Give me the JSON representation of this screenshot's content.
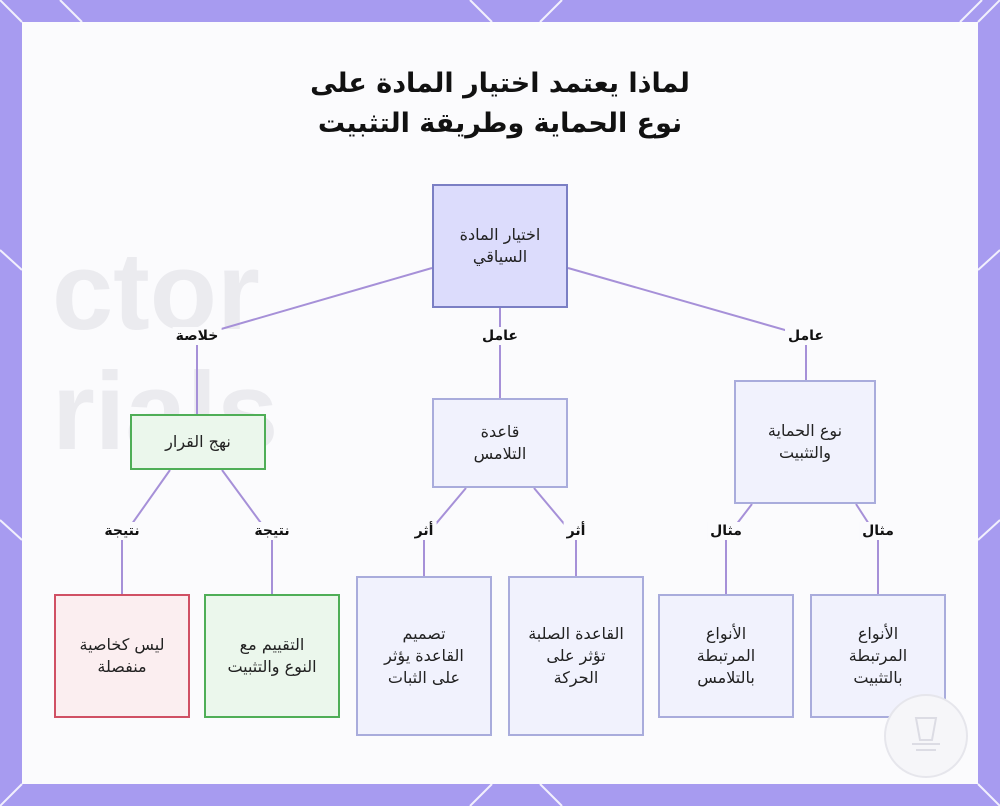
{
  "title": {
    "line1": "لماذا يعتمد اختيار المادة على",
    "line2": "نوع الحماية وطريقة التثبيت"
  },
  "watermark": {
    "line1": "ctor",
    "line2": "rials"
  },
  "nodes": {
    "root": "اختيار المادة السياقي",
    "protection": "نوع الحماية والتثبيت",
    "contact": "قاعدة التلامس",
    "decision": "نهج القرار",
    "fixing_types": "الأنواع المرتبطة بالتثبيت",
    "contact_types": "الأنواع المرتبطة بالتلامس",
    "solid_base": "القاعدة الصلبة تؤثر على الحركة",
    "base_design": "تصميم القاعدة يؤثر على الثبات",
    "evaluate": "التقييم مع النوع والتثبيت",
    "not_separate": "ليس كخاصية منفصلة"
  },
  "edges": {
    "root_protection": "عامل",
    "root_contact": "عامل",
    "root_decision": "خلاصة",
    "protection_fixing": "مثال",
    "protection_contact_types": "مثال",
    "contact_solid": "أثر",
    "contact_design": "أثر",
    "decision_evaluate": "نتيجة",
    "decision_separate": "نتيجة"
  },
  "colors": {
    "frame": "#a79bf0",
    "edge": "#a690d8",
    "root_fill": "#dcdcfc",
    "green_fill": "#ebf7ec",
    "red_fill": "#fbeef0"
  }
}
